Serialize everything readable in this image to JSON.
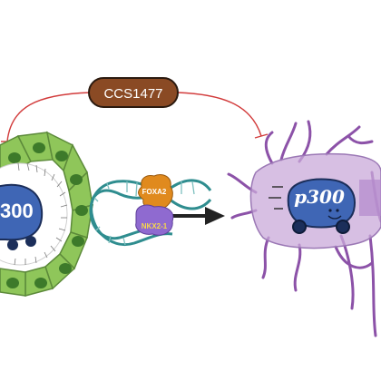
{
  "drug": {
    "label": "CCS1477"
  },
  "left_complex": {
    "label": "300"
  },
  "factors": {
    "foxa2": "FOXA2",
    "nkx21": "NKX2-1"
  },
  "right_complex": {
    "label": "p300"
  },
  "colors": {
    "inhibition_line": "#d23b3b",
    "pill_fill": "#8a4a24",
    "epithelium_cell": "#8fc65a",
    "nucleus": "#3d7a2a",
    "p300_body": "#3f66b5",
    "neuron": "#8c52a8",
    "foxa2": "#e08a1e",
    "nkx21": "#8f6ad0",
    "dna": "#2f8d8f"
  }
}
